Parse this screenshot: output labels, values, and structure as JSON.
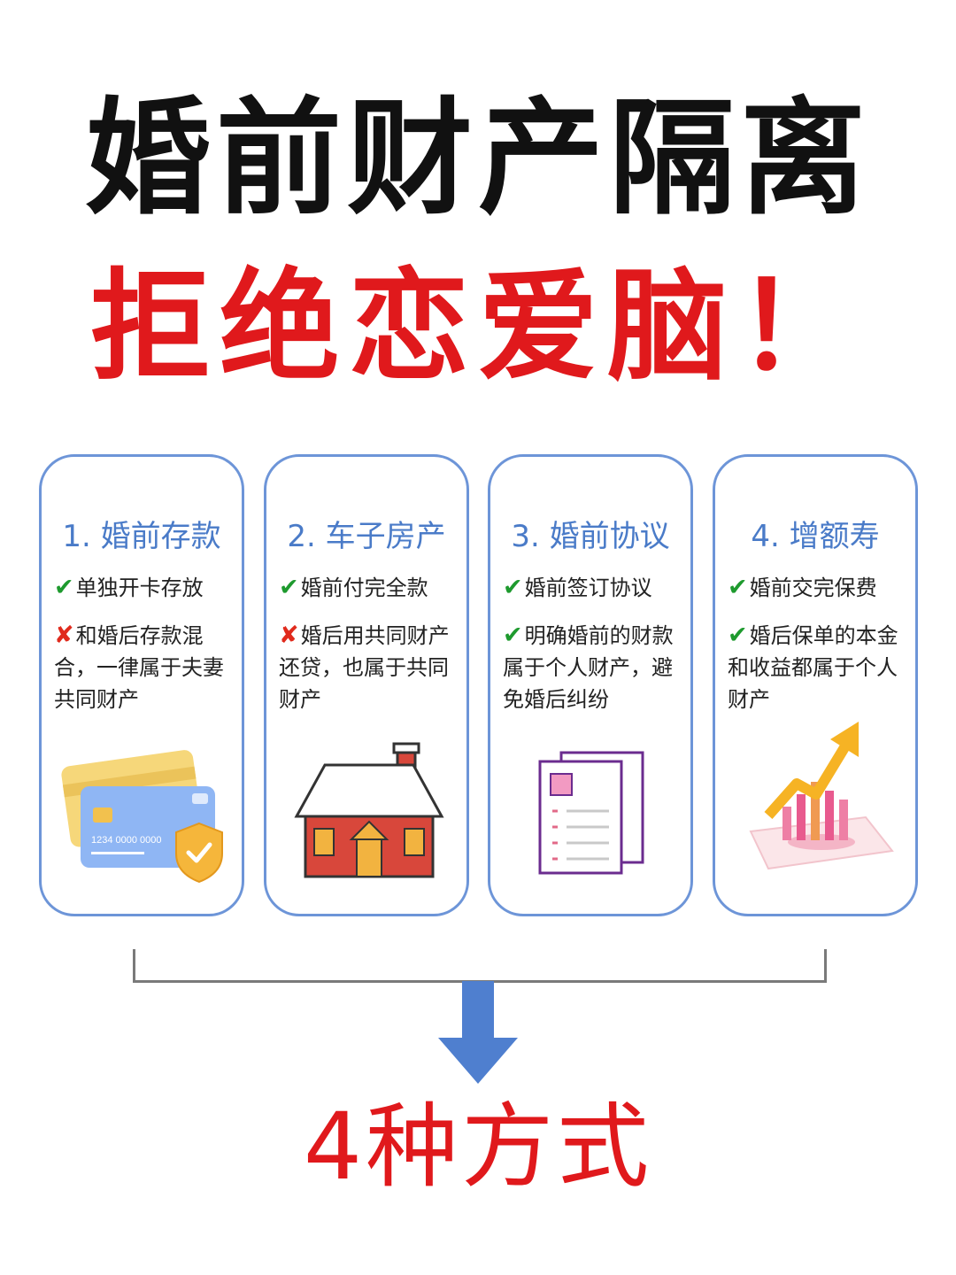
{
  "header": {
    "title": "婚前财产隔离",
    "subtitle": "拒绝恋爱脑！"
  },
  "cards": [
    {
      "title": "1. 婚前存款",
      "items": [
        {
          "mark": "✔",
          "text": "单独开卡存放"
        },
        {
          "mark": "✘",
          "text": "和婚后存款混合，一律属于夫妻共同财产"
        }
      ],
      "card_number": "1234 0000 0000"
    },
    {
      "title": "2. 车子房产",
      "items": [
        {
          "mark": "✔",
          "text": "婚前付完全款"
        },
        {
          "mark": "✘",
          "text": "婚后用共同财产还贷，也属于共同财产"
        }
      ]
    },
    {
      "title": "3. 婚前协议",
      "items": [
        {
          "mark": "✔",
          "text": "婚前签订协议"
        },
        {
          "mark": "✔",
          "text": "明确婚前的财款属于个人财产，避免婚后纠纷"
        }
      ]
    },
    {
      "title": "4. 增额寿",
      "items": [
        {
          "mark": "✔",
          "text": "婚前交完保费"
        },
        {
          "mark": "✔",
          "text": "婚后保单的本金和收益都属于个人财产"
        }
      ]
    }
  ],
  "footer": {
    "text": "4种方式"
  },
  "colors": {
    "title": "#111111",
    "accent_red": "#e0191c",
    "card_border": "#6d95d8",
    "card_title": "#4a7bc8",
    "check_green": "#1e9a2e",
    "cross_red": "#e02a1c",
    "arrow_blue": "#4f7fcf"
  }
}
